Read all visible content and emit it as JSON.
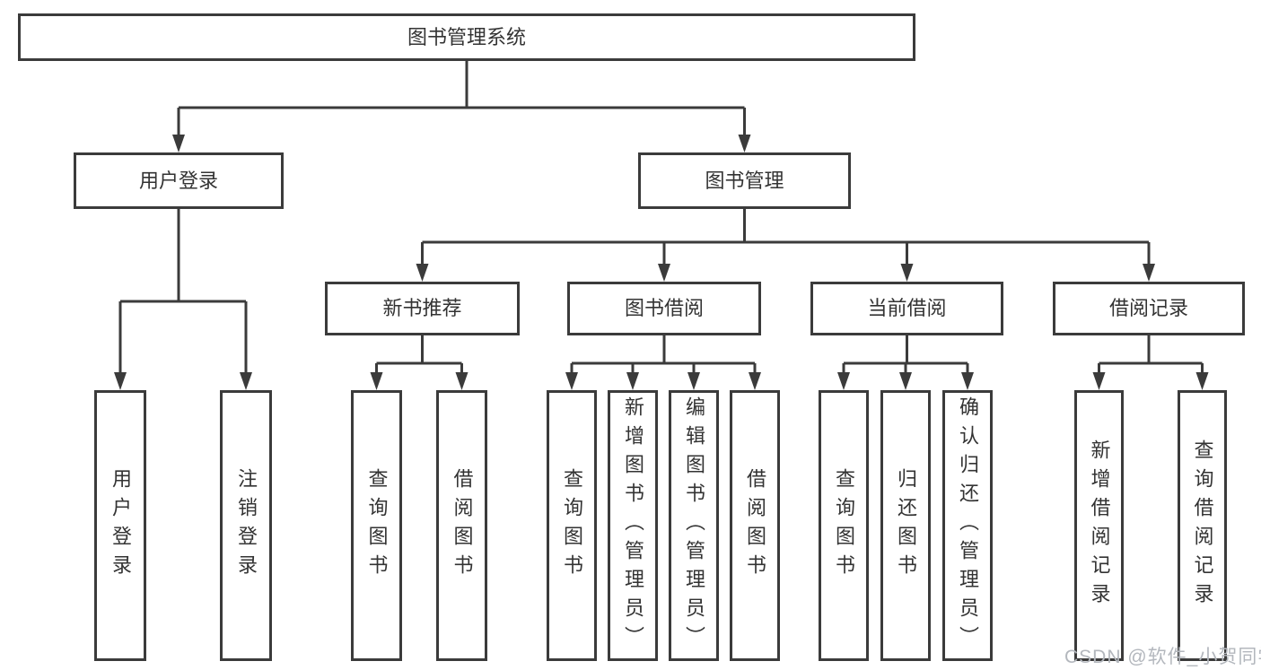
{
  "diagram": {
    "root": "图书管理系统",
    "level2": {
      "user_login": "用户登录",
      "book_management": "图书管理"
    },
    "level3": {
      "new_book_recommend": "新书推荐",
      "book_borrowing": "图书借阅",
      "current_borrowing": "当前借阅",
      "borrowing_records": "借阅记录"
    },
    "leaves": {
      "user_login": [
        "用户登录",
        "注销登录"
      ],
      "new_book_recommend": [
        "查询图书",
        "借阅图书"
      ],
      "book_borrowing": [
        "查询图书",
        "新增图书（管理员）",
        "编辑图书（管理员）",
        "借阅图书"
      ],
      "current_borrowing": [
        "查询图书",
        "归还图书",
        "确认归还（管理员）"
      ],
      "borrowing_records": [
        "新增借阅记录",
        "查询借阅记录"
      ]
    }
  },
  "watermark": "CSDN @软件_小贺同学",
  "colors": {
    "line": "#3b3b3b",
    "box_border": "#3b3b3b",
    "text": "#333333",
    "background": "#ffffff",
    "watermark": "#b3b7bd"
  }
}
